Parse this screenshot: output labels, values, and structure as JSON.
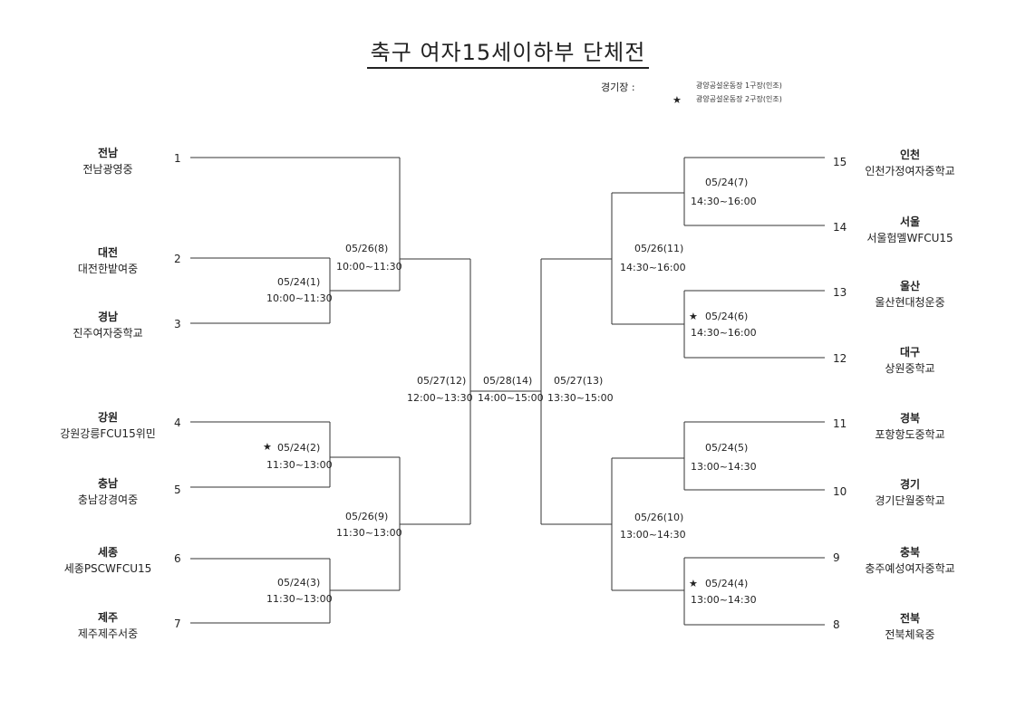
{
  "title": "축구 여자15세이하부 단체전",
  "venue": {
    "label": "경기장 :",
    "items": [
      "광양공설운동장 1구장(인조)",
      "광양공설운동장 2구장(인조)"
    ],
    "star": "★"
  },
  "teams": {
    "t1": {
      "seed": "1",
      "region": "전남",
      "school": "전남광영중"
    },
    "t2": {
      "seed": "2",
      "region": "대전",
      "school": "대전한밭여중"
    },
    "t3": {
      "seed": "3",
      "region": "경남",
      "school": "진주여자중학교"
    },
    "t4": {
      "seed": "4",
      "region": "강원",
      "school": "강원강릉FCU15위민"
    },
    "t5": {
      "seed": "5",
      "region": "충남",
      "school": "충남강경여중"
    },
    "t6": {
      "seed": "6",
      "region": "세종",
      "school": "세종PSCWFCU15"
    },
    "t7": {
      "seed": "7",
      "region": "제주",
      "school": "제주제주서중"
    },
    "t8": {
      "seed": "8",
      "region": "전북",
      "school": "전북체육중"
    },
    "t9": {
      "seed": "9",
      "region": "충북",
      "school": "충주예성여자중학교"
    },
    "t10": {
      "seed": "10",
      "region": "경기",
      "school": "경기단월중학교"
    },
    "t11": {
      "seed": "11",
      "region": "경북",
      "school": "포항항도중학교"
    },
    "t12": {
      "seed": "12",
      "region": "대구",
      "school": "상원중학교"
    },
    "t13": {
      "seed": "13",
      "region": "울산",
      "school": "울산현대청운중"
    },
    "t14": {
      "seed": "14",
      "region": "서울",
      "school": "서울험멜WFCU15"
    },
    "t15": {
      "seed": "15",
      "region": "인천",
      "school": "인천가정여자중학교"
    }
  },
  "matches": {
    "m1": {
      "date": "05/24(1)",
      "time": "10:00~11:30"
    },
    "m2": {
      "date": "05/24(2)",
      "time": "11:30~13:00"
    },
    "m3": {
      "date": "05/24(3)",
      "time": "11:30~13:00"
    },
    "m4": {
      "date": "05/24(4)",
      "time": "13:00~14:30"
    },
    "m5": {
      "date": "05/24(5)",
      "time": "13:00~14:30"
    },
    "m6": {
      "date": "05/24(6)",
      "time": "14:30~16:00"
    },
    "m7": {
      "date": "05/24(7)",
      "time": "14:30~16:00"
    },
    "m8": {
      "date": "05/26(8)",
      "time": "10:00~11:30"
    },
    "m9": {
      "date": "05/26(9)",
      "time": "11:30~13:00"
    },
    "m10": {
      "date": "05/26(10)",
      "time": "13:00~14:30"
    },
    "m11": {
      "date": "05/26(11)",
      "time": "14:30~16:00"
    },
    "m12": {
      "date": "05/27(12)",
      "time": "12:00~13:30"
    },
    "m13": {
      "date": "05/27(13)",
      "time": "13:30~15:00"
    },
    "m14": {
      "date": "05/28(14)",
      "time": "14:00~15:00"
    }
  },
  "field2_marker": "★"
}
